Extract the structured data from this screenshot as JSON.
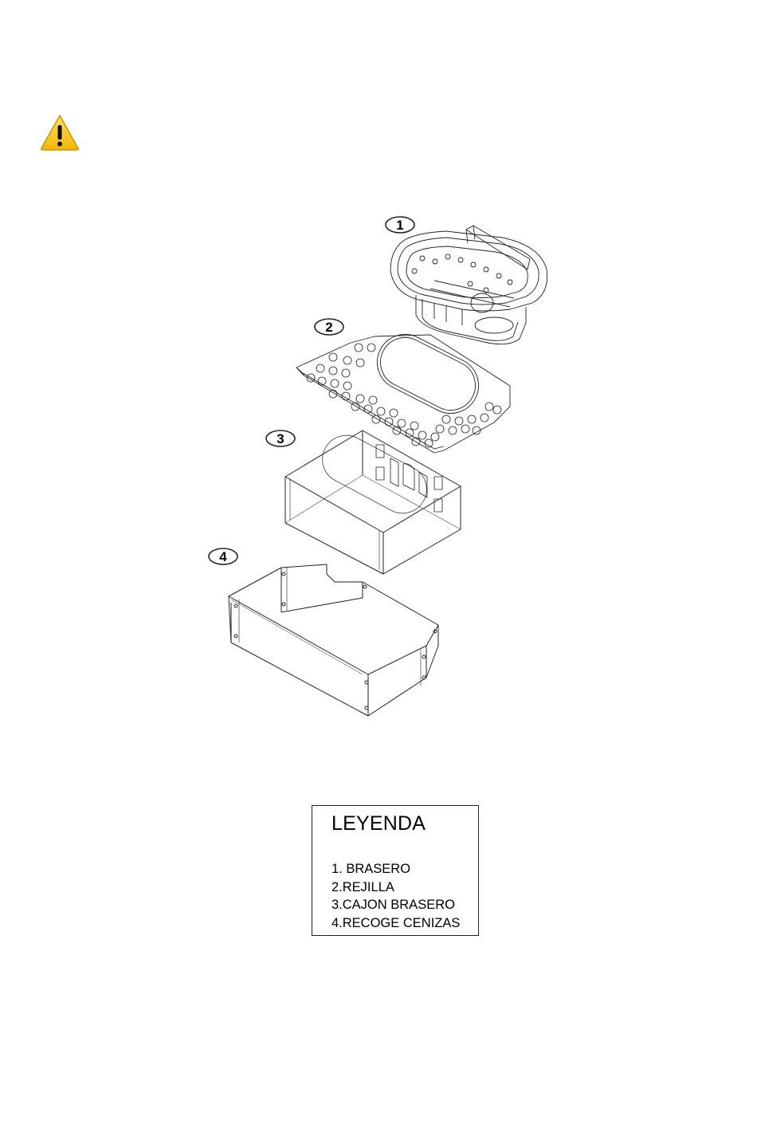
{
  "warning_icon": {
    "icon": "warning-triangle-icon",
    "color": "#f4c20d",
    "symbol": "!"
  },
  "callouts": [
    {
      "number": "1"
    },
    {
      "number": "2"
    },
    {
      "number": "3"
    },
    {
      "number": "4"
    }
  ],
  "legend": {
    "title": "LEYENDA",
    "items": [
      "1. BRASERO",
      "2.REJILLA",
      "3.CAJON BRASERO",
      "4.RECOGE CENIZAS"
    ]
  }
}
